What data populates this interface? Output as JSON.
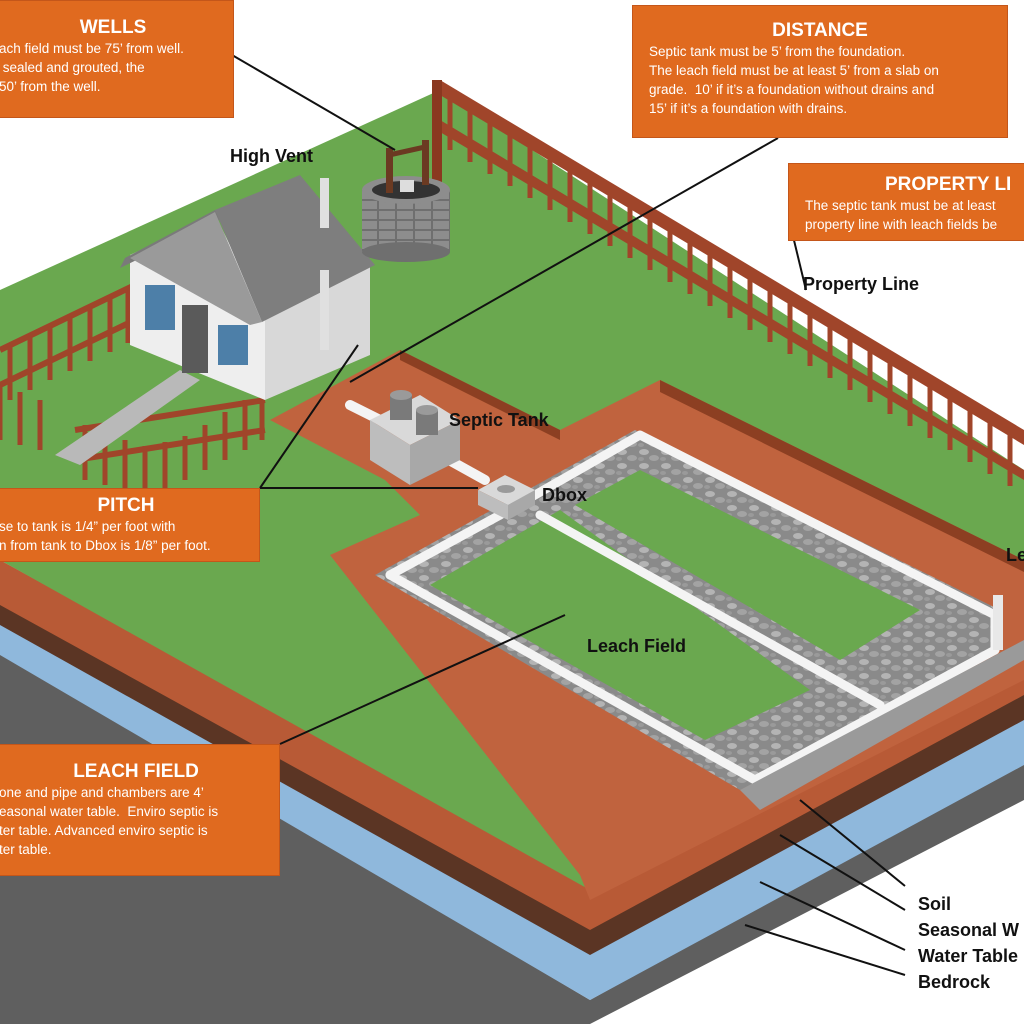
{
  "callouts": {
    "wells": {
      "title": "WELLS",
      "text": "ach field must be 75’ from well.\n sealed and grouted, the\n50’ from the well."
    },
    "distance": {
      "title": "DISTANCE",
      "text": "Septic tank must be 5’ from the foundation.\nThe leach field must be at least 5’ from a slab on\ngrade.  10’ if it’s a foundation without drains and\n15’ if it’s a foundation with drains."
    },
    "property_line": {
      "title": "PROPERTY LI",
      "text": "The septic tank must be at least\nproperty line with leach fields be"
    },
    "pitch": {
      "title": "PITCH",
      "text": "se to tank is 1/4” per foot with\nn from tank to Dbox is 1/8” per foot."
    },
    "leach_field": {
      "title": "LEACH FIELD",
      "text": "one and pipe and chambers are 4’\neasonal water table.  Enviro septic is\nter table. Advanced enviro septic is\nter table."
    }
  },
  "labels": {
    "high_vent": "High Vent",
    "property_line": "Property Line",
    "septic_tank": "Septic Tank",
    "dbox": "Dbox",
    "leach_field": "Leach Field",
    "le": "Le",
    "soil": "Soil",
    "seasonal": "Seasonal W",
    "water_table": "Water Table",
    "bedrock": "Bedrock"
  },
  "colors": {
    "callout": "#e06a1f",
    "grass": "#6aa84f",
    "clay": "#c0633e",
    "gravel": "#8c8c8c",
    "pipe": "#f2f2f2",
    "fence": "#a0452a",
    "water": "#8fb8dc",
    "bedrock": "#6e6e6e"
  }
}
